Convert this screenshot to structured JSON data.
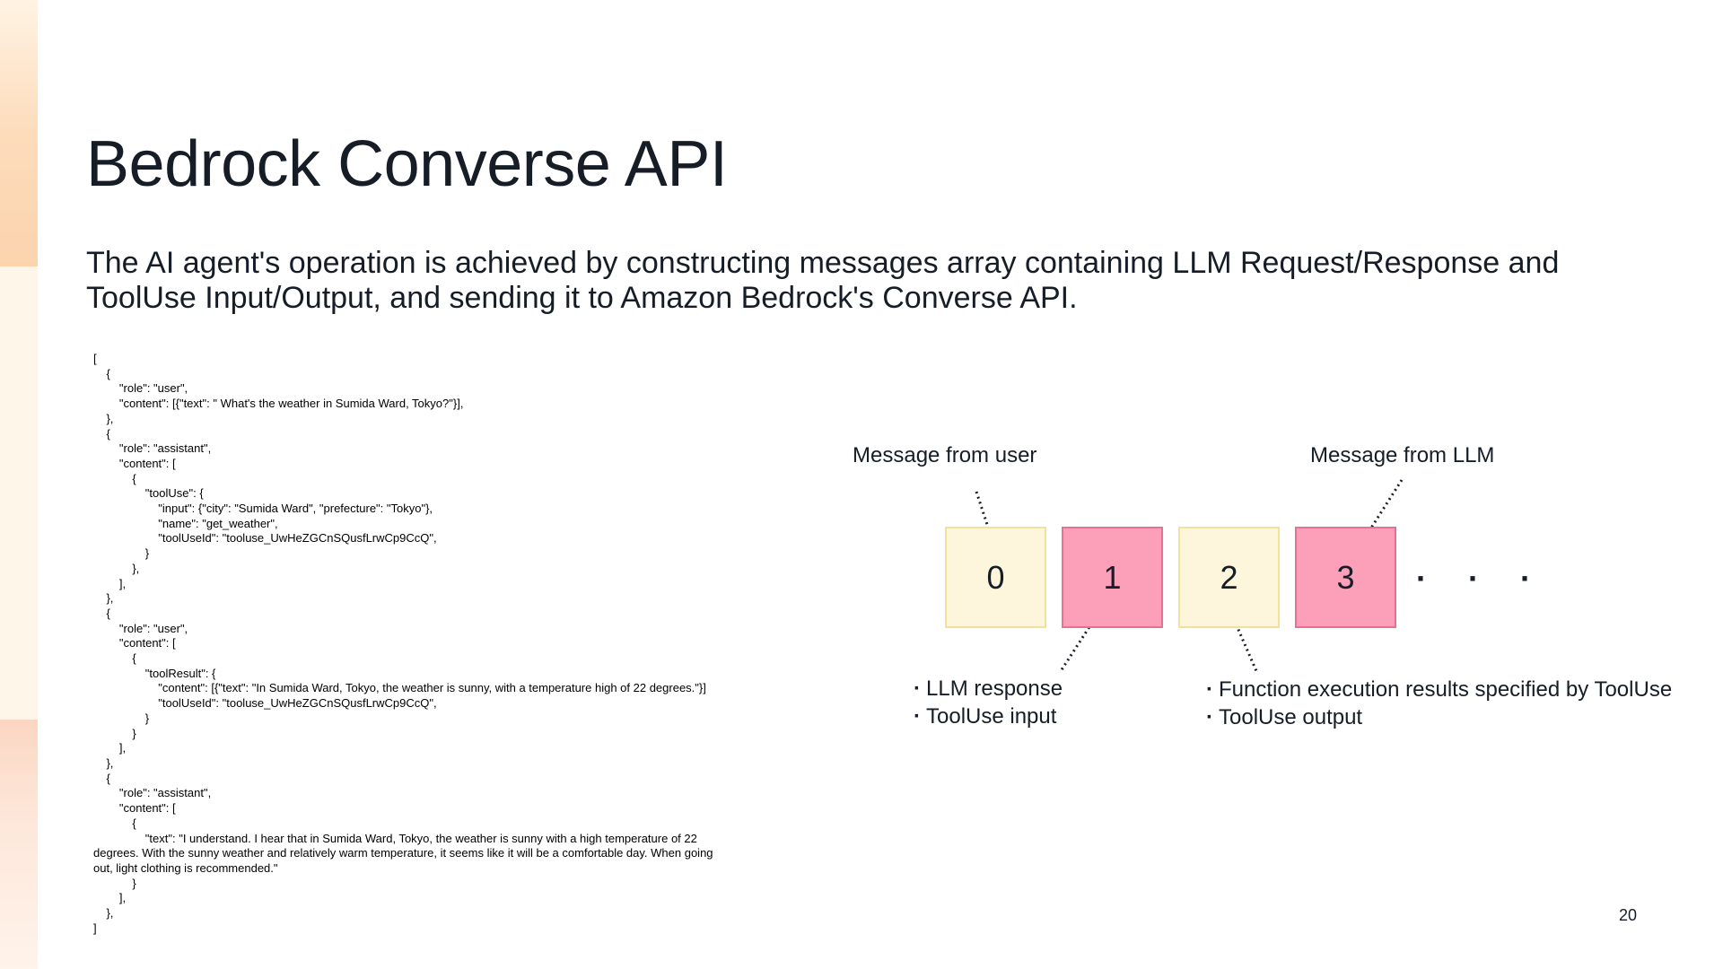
{
  "slide": {
    "title": "Bedrock Converse API",
    "subtitle": "The AI agent's operation is achieved by constructing messages array containing LLM Request/Response and ToolUse Input/Output, and sending it to Amazon Bedrock's Converse API.",
    "page_number": "20"
  },
  "code_lines": [
    "[",
    "    {",
    "        \"role\": \"user\",",
    "        \"content\": [{\"text\": \" What's the weather in Sumida Ward, Tokyo?\"}],",
    "    },",
    "    {",
    "        \"role\": \"assistant\",",
    "        \"content\": [",
    "            {",
    "                \"toolUse\": {",
    "                    \"input\": {\"city\": \"Sumida Ward\", \"prefecture\": \"Tokyo\"},",
    "                    \"name\": \"get_weather\",",
    "                    \"toolUseId\": \"tooluse_UwHeZGCnSQusfLrwCp9CcQ\",",
    "                }",
    "            },",
    "        ],",
    "    },",
    "    {",
    "        \"role\": \"user\",",
    "        \"content\": [",
    "            {",
    "                \"toolResult\": {",
    "                    \"content\": [{\"text\": \"In Sumida Ward, Tokyo, the weather is sunny, with a temperature high of 22 degrees.\"}]",
    "                    \"toolUseId\": \"tooluse_UwHeZGCnSQusfLrwCp9CcQ\",",
    "                }",
    "            }",
    "        ],",
    "    },",
    "    {",
    "        \"role\": \"assistant\",",
    "        \"content\": [",
    "            {",
    "                \"text\": \"I understand. I hear that in Sumida Ward, Tokyo, the weather is sunny with a high temperature of 22",
    "degrees. With the sunny weather and relatively warm temperature, it seems like it will be a comfortable day. When going",
    "out, light clothing is recommended.\"",
    "            }",
    "        ],",
    "    },",
    "]"
  ],
  "diagram": {
    "label_user": "Message from user",
    "label_llm": "Message from LLM",
    "boxes": [
      {
        "index": "0",
        "kind": "user"
      },
      {
        "index": "1",
        "kind": "llm"
      },
      {
        "index": "2",
        "kind": "user"
      },
      {
        "index": "3",
        "kind": "llm"
      }
    ],
    "ellipsis": "· · ·",
    "llm_bullets": [
      "LLM response",
      "ToolUse input"
    ],
    "tool_bullets": [
      "Function execution results specified by ToolUse",
      "ToolUse output"
    ],
    "colors": {
      "user_fill": "#fdf6dc",
      "user_border": "#f3e199",
      "llm_fill": "#fca0b9",
      "llm_border": "#ec6e92"
    }
  }
}
